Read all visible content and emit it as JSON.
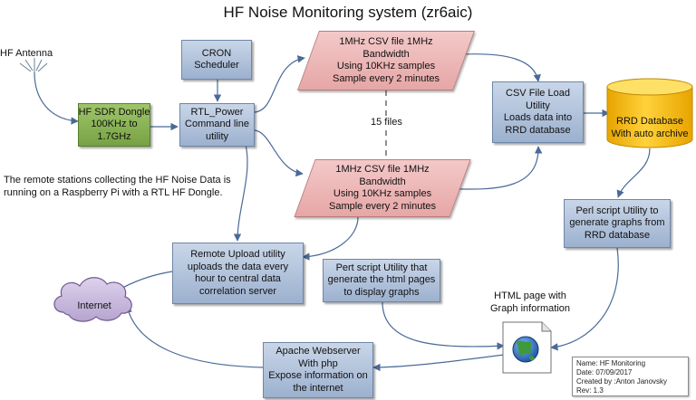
{
  "title": "HF Noise Monitoring system (zr6aic)",
  "antenna_label": "HF Antenna",
  "sdr_dongle": [
    "HF SDR Dongle",
    "100KHz to",
    "1.7GHz"
  ],
  "cron": [
    "CRON",
    "Scheduler"
  ],
  "rtl_power": [
    "RTL_Power",
    "Command line",
    "utility"
  ],
  "csv_top": [
    "1MHz CSV file 1MHz",
    "Bandwidth",
    "Using 10KHz samples",
    "Sample every 2 minutes"
  ],
  "csv_bottom": [
    "1MHz CSV file 1MHz",
    "Bandwidth",
    "Using 10KHz samples",
    "Sample every 2 minutes"
  ],
  "files_count_label": "15 files",
  "csv_load": [
    "CSV File Load",
    "Utility",
    "Loads data into",
    "RRD database"
  ],
  "rrd_database": [
    "RRD Database",
    "With auto archive"
  ],
  "perl_graphs": [
    "Perl script Utility to",
    "generate graphs from",
    "RRD database"
  ],
  "remote_upload": [
    "Remote Upload utility",
    "uploads the data every",
    "hour to central data",
    "correlation server"
  ],
  "perl_html": [
    "Pert script Utility that",
    "generate the html pages",
    "to display graphs"
  ],
  "html_page_label": [
    "HTML page with",
    "Graph information"
  ],
  "apache": [
    "Apache Webserver",
    "With php",
    "Expose information on",
    "the internet"
  ],
  "internet_label": "Internet",
  "note": [
    "The remote stations collecting the HF Noise Data is",
    "running on a Raspberry Pi with a RTL HF Dongle."
  ],
  "legend": [
    "Name: HF Monitoring",
    "Date: 07/09/2017",
    "Created by :Anton Janovsky",
    "Rev: 1.3"
  ],
  "icon_names": {
    "antenna": "antenna-icon",
    "cloud": "cloud-icon",
    "globe": "globe-icon",
    "cylinder": "database-icon"
  },
  "colors": {
    "blue_box": "#a8bcd8",
    "green_box": "#86ae52",
    "pink_box": "#eab3b3",
    "database": "#f5b800",
    "cloud": "#c7b8da",
    "arrow": "#4a6a98"
  }
}
